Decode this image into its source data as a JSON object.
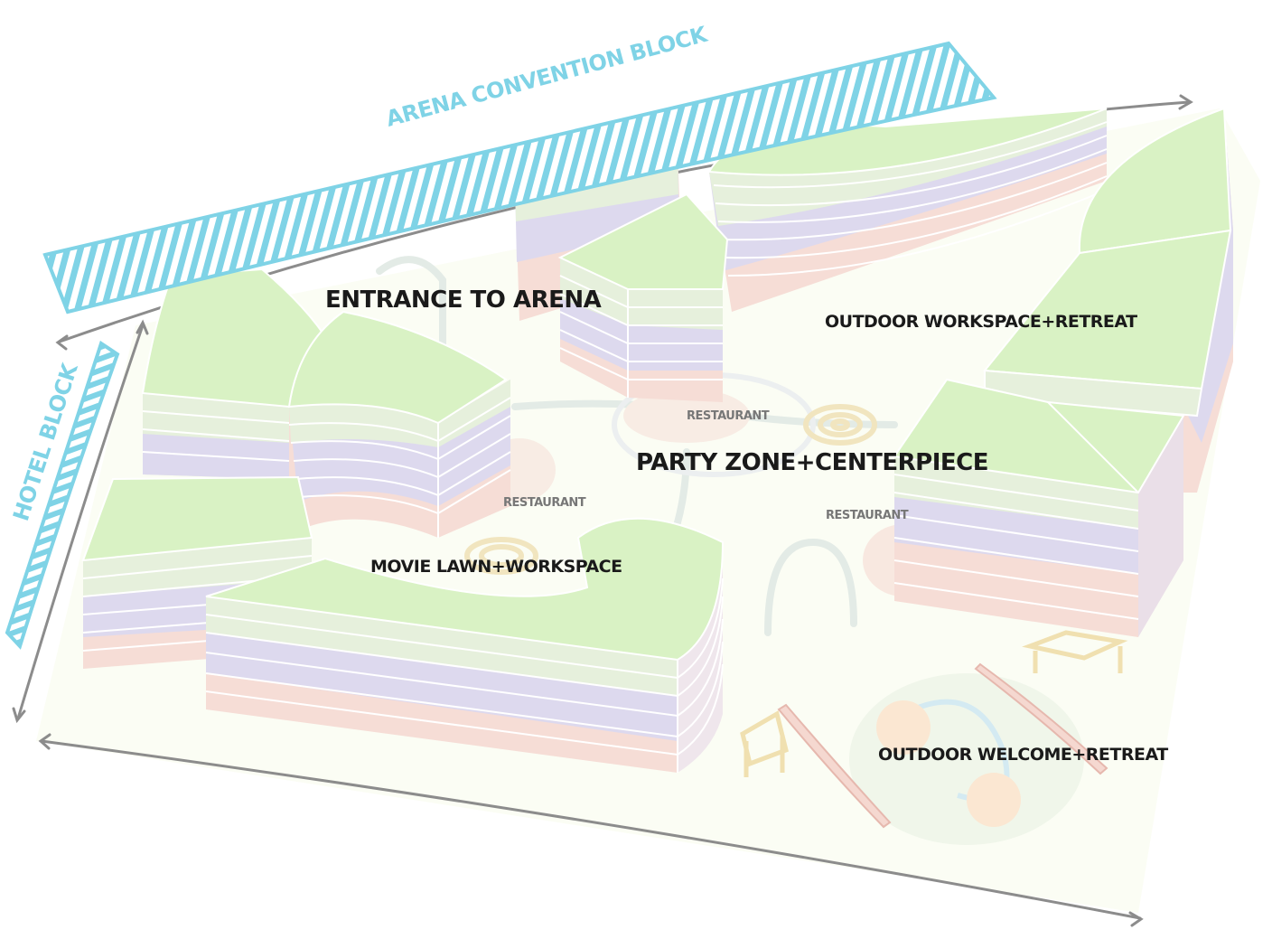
{
  "colors": {
    "green_roof": "#d9f2c4",
    "green_band": "#e4f0d8",
    "purple_band": "#ddd9ee",
    "salmon_band": "#f6ddd6",
    "block_accent": "#7fd3e6",
    "arrow": "#8c8c8c"
  },
  "labels": {
    "arena_block": "ARENA CONVENTION BLOCK",
    "hotel_block": "HOTEL BLOCK",
    "entrance": "ENTRANCE TO ARENA",
    "outdoor_workspace": "OUTDOOR WORKSPACE+RETREAT",
    "restaurant_top": "RESTAURANT",
    "party_zone": "PARTY ZONE+CENTERPIECE",
    "restaurant_left": "RESTAURANT",
    "restaurant_right": "RESTAURANT",
    "movie_lawn": "MOVIE LAWN+WORKSPACE",
    "outdoor_welcome": "OUTDOOR WELCOME+RETREAT"
  }
}
